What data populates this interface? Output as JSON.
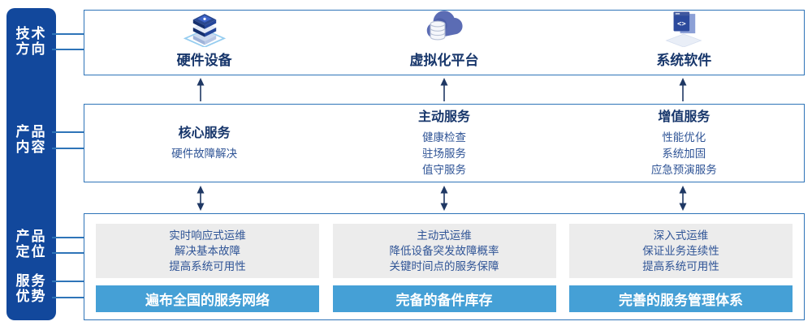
{
  "sidebar": {
    "labels": [
      {
        "line1": "技术",
        "line2": "方向"
      },
      {
        "line1": "产品",
        "line2": "内容"
      },
      {
        "line1": "产品",
        "line2": "定位"
      },
      {
        "line1": "服务",
        "line2": "优势"
      }
    ]
  },
  "tech_row": {
    "items": [
      {
        "label": "硬件设备",
        "icon": "server-stack-icon"
      },
      {
        "label": "虚拟化平台",
        "icon": "cloud-database-icon"
      },
      {
        "label": "系统软件",
        "icon": "code-window-icon"
      }
    ]
  },
  "content_row": {
    "columns": [
      {
        "title": "核心服务",
        "items": [
          "硬件故障解决"
        ]
      },
      {
        "title": "主动服务",
        "items": [
          "健康检查",
          "驻场服务",
          "值守服务"
        ]
      },
      {
        "title": "增值服务",
        "items": [
          "性能优化",
          "系统加固",
          "应急预演服务"
        ]
      }
    ]
  },
  "positioning_row": {
    "columns": [
      {
        "lines": [
          "实时响应式运维",
          "解决基本故障",
          "提高系统可用性"
        ],
        "bar": "遍布全国的服务网络"
      },
      {
        "lines": [
          "主动式运维",
          "降低设备突发故障概率",
          "关键时间点的服务保障"
        ],
        "bar": "完备的备件库存"
      },
      {
        "lines": [
          "深入式运维",
          "保证业务连续性",
          "提高系统可用性"
        ],
        "bar": "完善的服务管理体系"
      }
    ]
  },
  "colors": {
    "sidebar_bg": "#12489C",
    "box_border": "#2E74B8",
    "title_navy": "#17366B",
    "body_blue": "#2F5496",
    "card_gray": "#ECECEC",
    "bar_blue": "#45A0D6",
    "arrow_navy": "#1F3864"
  }
}
